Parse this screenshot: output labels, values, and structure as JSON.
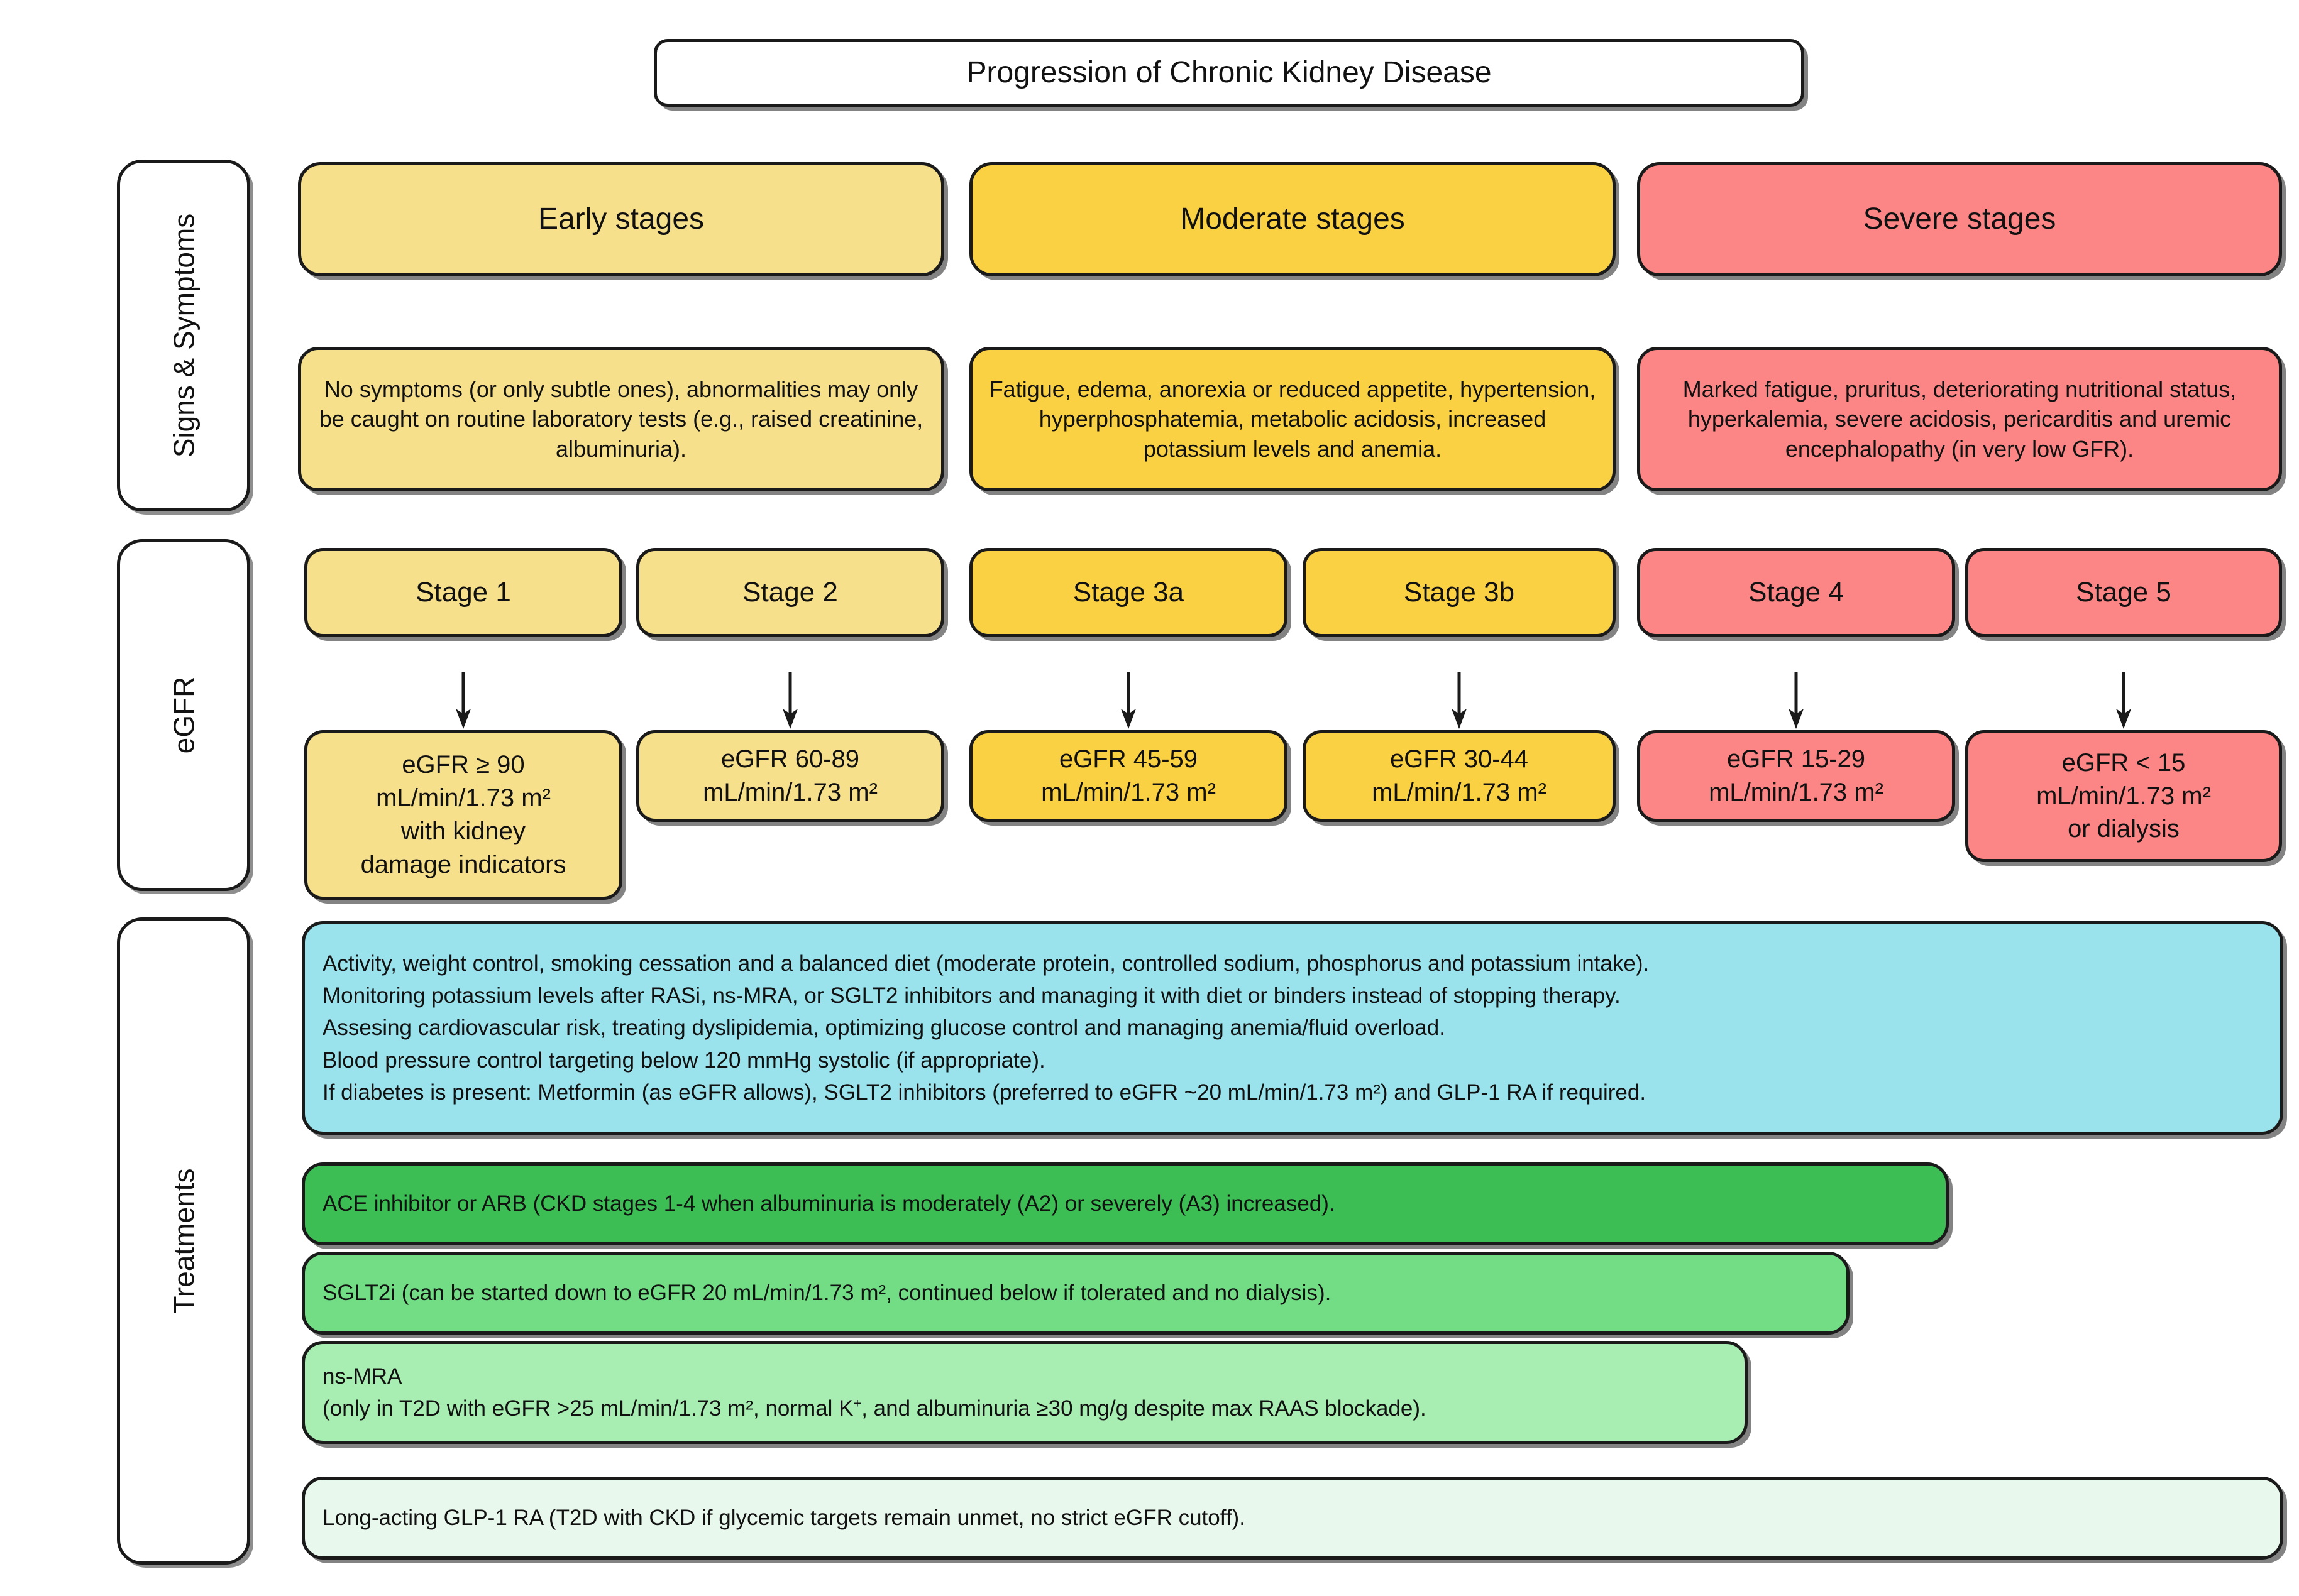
{
  "title": "Progression of Chronic Kidney Disease",
  "row_labels": {
    "signs_symptoms": "Signs & Symptoms",
    "egfr": "eGFR",
    "treatments": "Treatments"
  },
  "colors": {
    "early": "#F7E08C",
    "moderate": "#FBD144",
    "severe": "#FC8585",
    "general_treatment": "#9BE3EC",
    "ace": "#3CBE55",
    "sglt2": "#72DD85",
    "nsmra": "#A8EEB2",
    "glp1": "#E8F8EC",
    "outline": "#1A1A1A"
  },
  "severity_bands": [
    {
      "label": "Early stages"
    },
    {
      "label": "Moderate stages"
    },
    {
      "label": "Severe stages"
    }
  ],
  "symptoms": [
    {
      "text": "No symptoms (or only subtle ones), abnormalities may only be caught on routine laboratory tests (e.g., raised creatinine, albuminuria)."
    },
    {
      "text": "Fatigue, edema, anorexia or reduced appetite, hypertension, hyperphosphatemia, metabolic acidosis, increased potassium levels and anemia."
    },
    {
      "text": "Marked fatigue, pruritus, deteriorating nutritional status, hyperkalemia, severe acidosis, pericarditis and uremic encephalopathy (in very low GFR)."
    }
  ],
  "stages": [
    {
      "label": "Stage 1",
      "egfr": "eGFR ≥ 90\nmL/min/1.73 m²\nwith kidney\ndamage indicators"
    },
    {
      "label": "Stage 2",
      "egfr": "eGFR 60-89\nmL/min/1.73 m²"
    },
    {
      "label": "Stage 3a",
      "egfr": "eGFR 45-59\nmL/min/1.73 m²"
    },
    {
      "label": "Stage 3b",
      "egfr": "eGFR 30-44\nmL/min/1.73 m²"
    },
    {
      "label": "Stage 4",
      "egfr": "eGFR 15-29\nmL/min/1.73 m²"
    },
    {
      "label": "Stage 5",
      "egfr": "eGFR < 15\nmL/min/1.73 m²\nor dialysis"
    }
  ],
  "treatments": {
    "general": "Activity, weight control, smoking cessation and a balanced diet (moderate protein, controlled sodium, phosphorus and potassium intake).\nMonitoring potassium levels after RASi, ns-MRA, or SGLT2 inhibitors and managing it with diet or binders instead of stopping therapy.\nAssesing cardiovascular risk, treating dyslipidemia, optimizing glucose control and managing anemia/fluid overload.\nBlood pressure control targeting below 120 mmHg systolic (if appropriate).\nIf diabetes is present: Metformin (as eGFR allows), SGLT2 inhibitors (preferred to eGFR ~20 mL/min/1.73 m²) and GLP-1 RA if required.",
    "ace": "ACE inhibitor or ARB (CKD stages 1-4 when albuminuria is moderately (A2) or severely (A3) increased).",
    "sglt2": "SGLT2i (can be started down to eGFR 20 mL/min/1.73 m², continued below if tolerated and no dialysis).",
    "nsmra_line1": "ns-MRA",
    "nsmra_line2_a": "(only in T2D with eGFR >25 mL/min/1.73 m², normal K",
    "nsmra_sup": "+",
    "nsmra_line2_b": ", and albuminuria ≥30 mg/g despite max RAAS blockade).",
    "glp1": "Long-acting GLP-1 RA (T2D with CKD if glycemic targets remain unmet, no strict eGFR cutoff)."
  },
  "icons": {
    "down_arrow": "arrow-down-icon"
  }
}
